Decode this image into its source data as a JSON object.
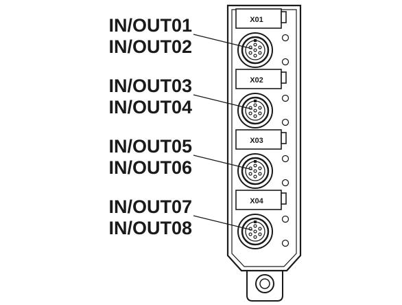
{
  "ports": [
    {
      "tag": "X01",
      "lines": [
        "IN/OUT01",
        "IN/OUT02"
      ]
    },
    {
      "tag": "X02",
      "lines": [
        "IN/OUT03",
        "IN/OUT04"
      ]
    },
    {
      "tag": "X03",
      "lines": [
        "IN/OUT05",
        "IN/OUT06"
      ]
    },
    {
      "tag": "X04",
      "lines": [
        "IN/OUT07",
        "IN/OUT08"
      ]
    }
  ],
  "colors": {
    "ink": "#1a1a1a",
    "background": "#ffffff"
  }
}
